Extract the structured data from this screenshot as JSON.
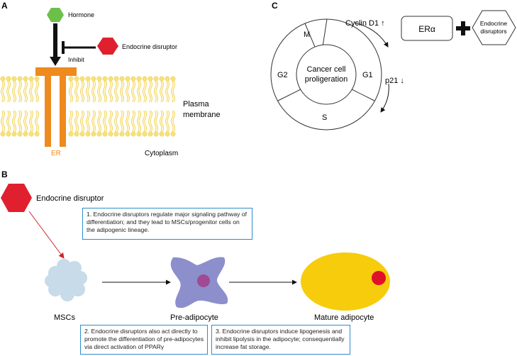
{
  "panels": {
    "a": "A",
    "b": "B",
    "c": "C"
  },
  "panel_a": {
    "hormone": "Hormone",
    "endocrine_disruptor": "Endocrine disruptor",
    "inhibit": "Inhibit",
    "plasma_membrane_line1": "Plasma",
    "plasma_membrane_line2": "membrane",
    "er": "ER",
    "cytoplasm": "Cytoplasm"
  },
  "panel_b": {
    "endocrine_disruptor": "Endocrine disruptor",
    "note1": "1. Endocrine disruptors regulate major signaling pathway of differentiation; and they lead to MSCs/progenitor cells on the adipogenic lineage.",
    "note2": "2. Endocrine disruptors also act directly to promote the differentiation of pre-adipocytes via direct activation of PPARγ",
    "note3": "3. Endocrine disruptors induce lipogenesis and inhibit lipolysis in the adipocyte; consequentially increase fat storage.",
    "msc_label": "MSCs",
    "preadipocyte_label": "Pre-adipocyte",
    "mature_label": "Mature adipocyte"
  },
  "panel_c": {
    "center_line1": "Cancer cell",
    "center_line2": "proligeration",
    "phase_m": "M",
    "phase_g1": "G1",
    "phase_s": "S",
    "phase_g2": "G2",
    "cyclin": "Cyclin D1 ↑",
    "p21": "p21 ↓",
    "er_alpha": "ERα",
    "plus": "+",
    "hex_line1": "Endocrine",
    "hex_line2": "disruptors"
  },
  "colors": {
    "hormone_green": "#6cc04a",
    "disruptor_red": "#e0202e",
    "er_orange": "#ee8a1e",
    "lipid_yellow": "#f7e27a",
    "note_border": "#2c8ec9",
    "msc_blue": "#c7dbe8",
    "preadipocyte_purple": "#8c8fcc",
    "nucleus_purple": "#a04a93",
    "adipocyte_yellow": "#f6cc0c",
    "adipocyte_nucleus": "#e0102a"
  }
}
